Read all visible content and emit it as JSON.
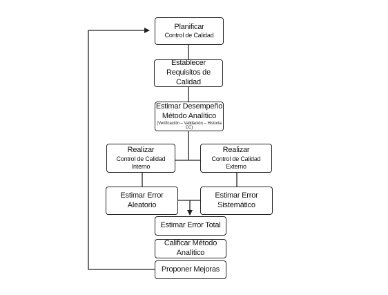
{
  "boxes": {
    "planificar": {
      "line1": "Planificar",
      "line2": "Control de Calidad"
    },
    "establecer": {
      "line1": "Establecer",
      "line2": "Requisitos de Calidad"
    },
    "estimar_desempeno": {
      "line1": "Estimar Desempeño",
      "line2": "Método Analítico",
      "line3": "(Verificación – Validación – Historia CC)"
    },
    "realizar_interno": {
      "line1": "Realizar",
      "line2": "Control de Calidad Interno"
    },
    "realizar_externo": {
      "line1": "Realizar",
      "line2": "Control de Calidad Externo"
    },
    "error_aleatorio": {
      "line1": "Estimar Error Aleatorio"
    },
    "error_sistematico": {
      "line1": "Estimar Error Sistemático"
    },
    "error_total": {
      "line1": "Estimar Error Total"
    },
    "calificar": {
      "line1": "Calificar Método Analítico"
    },
    "mejoras": {
      "line1": "Proponer Mejoras"
    }
  },
  "colors": {
    "line": "#222222",
    "background": "#ffffff"
  }
}
